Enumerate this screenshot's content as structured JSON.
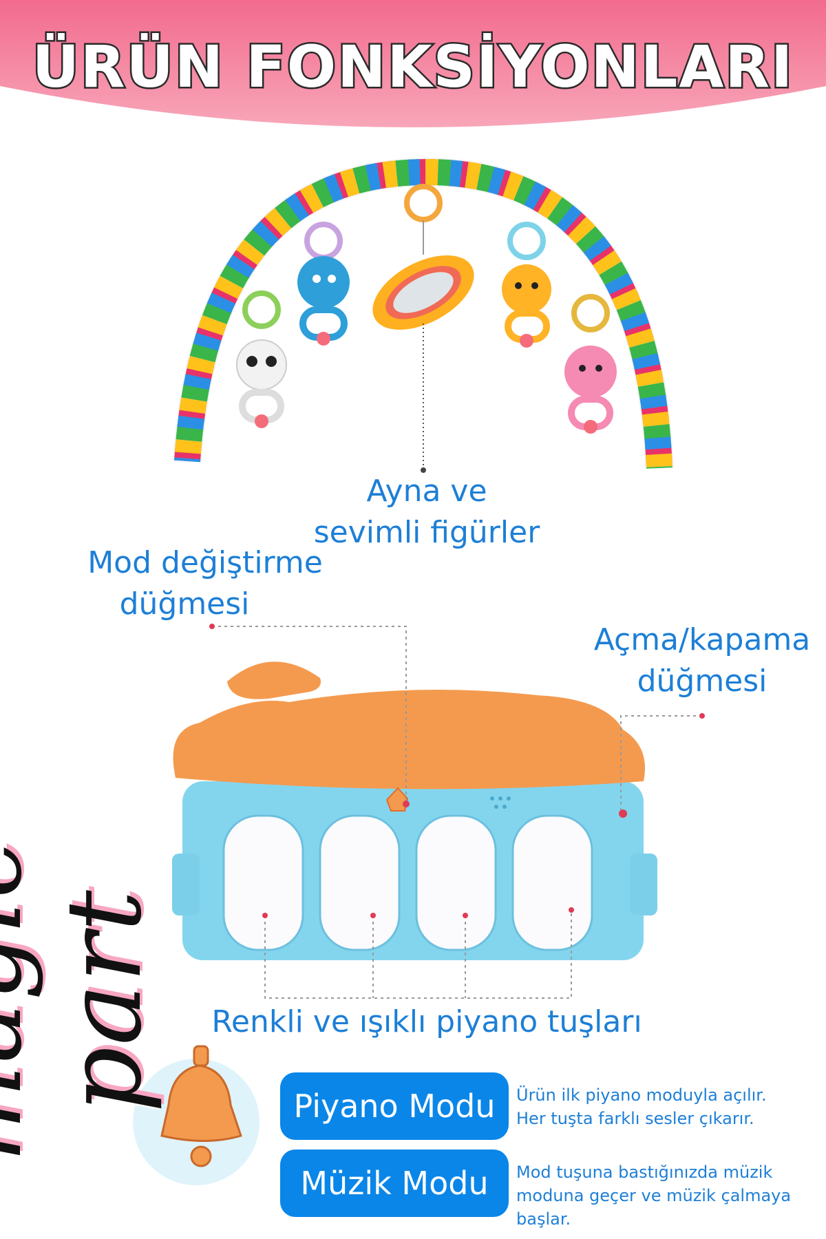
{
  "header": {
    "title": "ÜRÜN FONKSİYONLARI",
    "bg_color": "#f07a97"
  },
  "callouts": {
    "mirror": [
      "Ayna ve",
      "sevimli figürler"
    ],
    "mode_switch": [
      "Mod değiştirme",
      "düğmesi"
    ],
    "power": [
      "Açma/kapama",
      "düğmesi"
    ],
    "keys": "Renkli ve ışıklı piyano tuşları"
  },
  "brand": "magic part",
  "modes": [
    {
      "label": "Piyano Modu",
      "description": [
        "Ürün ilk piyano moduyla açılır.",
        "Her tuşta farklı sesler çıkarır."
      ]
    },
    {
      "label": "Müzik Modu",
      "description": [
        "Mod tuşuna bastığınızda müzik",
        "moduna geçer ve müzik çalmaya",
        "başlar."
      ]
    }
  ],
  "colors": {
    "accent": "#1d7fd6",
    "button": "#0a86e8",
    "roof": "#f49a4e",
    "body": "#7fd6ef"
  }
}
